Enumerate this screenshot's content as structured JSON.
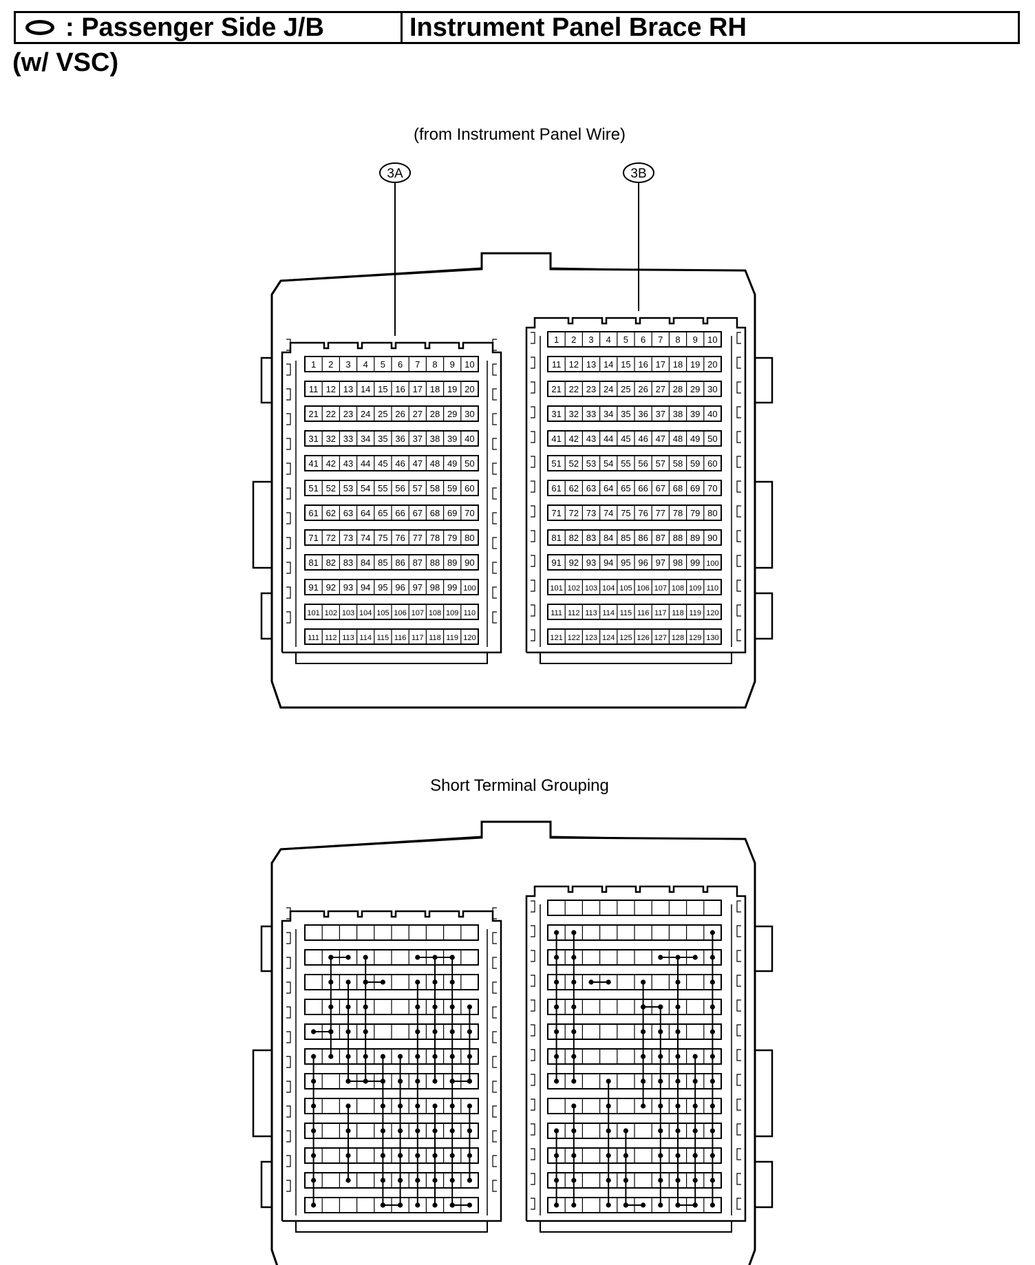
{
  "header": {
    "legend_label": ": Passenger Side J/B",
    "location": "Instrument Panel Brace RH"
  },
  "variant": "(w/ VSC)",
  "connector_view": {
    "caption": "(from Instrument Panel Wire)",
    "connectors": [
      {
        "id": "3A",
        "pins": 120,
        "rows": 12,
        "cols": 10
      },
      {
        "id": "3B",
        "pins": 130,
        "rows": 13,
        "cols": 10
      }
    ]
  },
  "short_terminal_view": {
    "caption": "Short Terminal Grouping"
  },
  "colors": {
    "line": "#000000",
    "background": "#ffffff"
  },
  "icons": [
    "oval-legend-icon"
  ]
}
